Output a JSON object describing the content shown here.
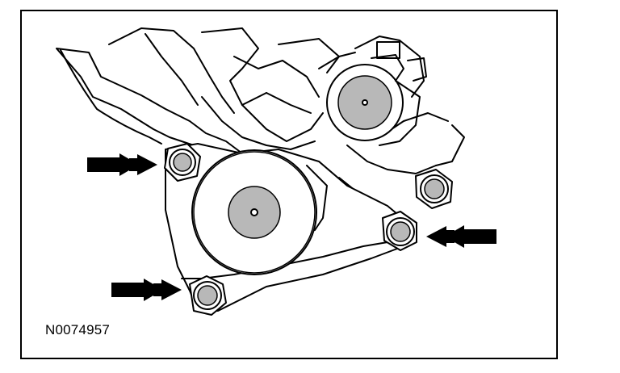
{
  "figure": {
    "id_label": "N0074957"
  },
  "colors": {
    "line": "#000000",
    "paper": "#ffffff",
    "shade": "#b8b8b8"
  },
  "callouts": [
    {
      "name": "arrow-upper-left-bolt",
      "direction": "right"
    },
    {
      "name": "arrow-lower-left-bolt",
      "direction": "right"
    },
    {
      "name": "arrow-right-bolt",
      "direction": "left"
    }
  ]
}
